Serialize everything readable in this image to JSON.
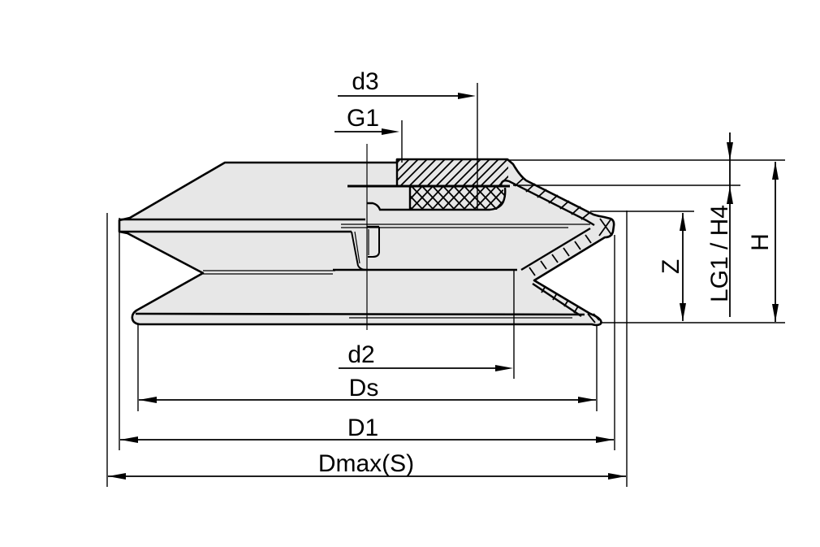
{
  "drawing": {
    "kind": "technical-dimension-drawing",
    "subject": "bellows suction cup half-section",
    "labels": {
      "d3": "d3",
      "g1": "G1",
      "d2": "d2",
      "ds": "Ds",
      "d1": "D1",
      "dmax": "Dmax(S)",
      "z": "Z",
      "lg1_h4": "LG1 / H4",
      "h": "H"
    },
    "colors": {
      "line": "#000000",
      "body_fill": "#e7e7e7",
      "background": "#ffffff"
    }
  }
}
